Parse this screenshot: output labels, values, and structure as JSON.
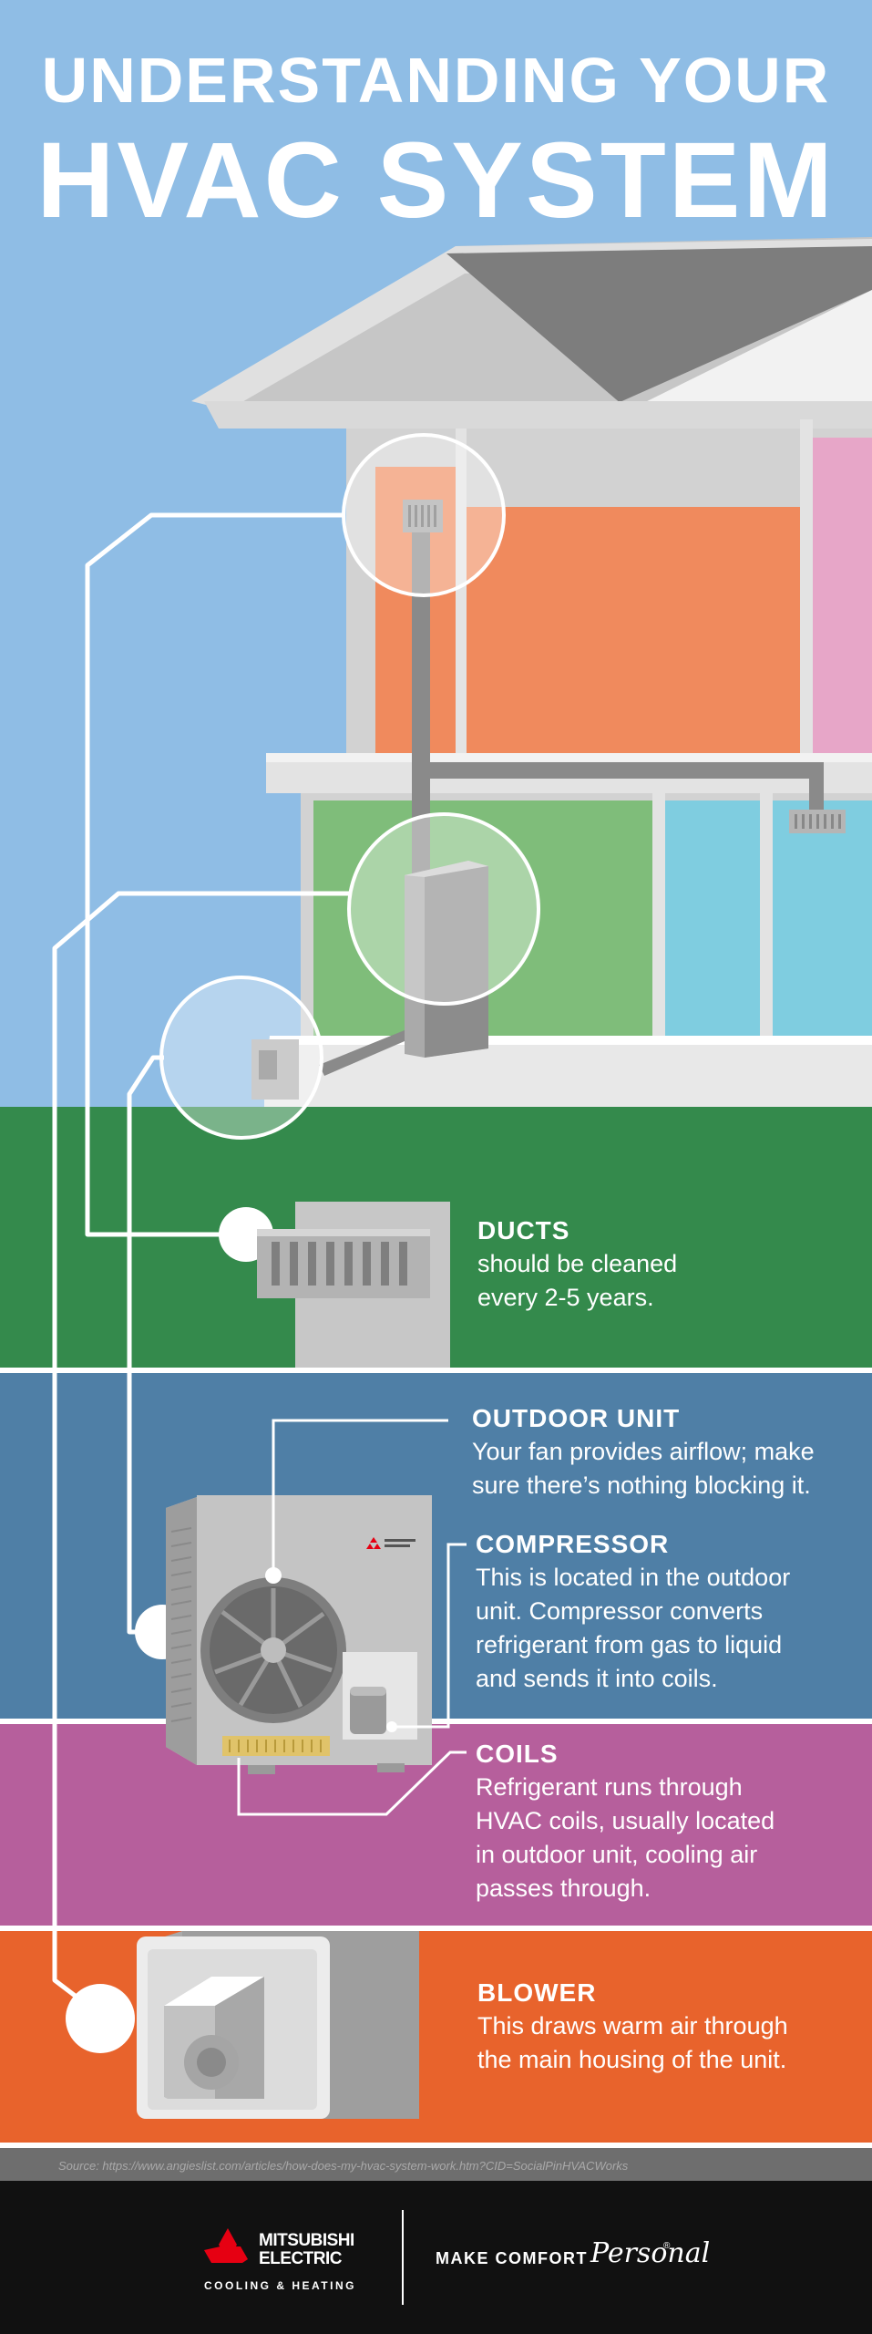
{
  "header": {
    "title_line1": "UNDERSTANDING YOUR",
    "title_line2": "HVAC SYSTEM"
  },
  "items": [
    {
      "heading": "DUCTS",
      "lines": [
        "should be cleaned",
        "every 2-5 years."
      ]
    },
    {
      "heading": "OUTDOOR UNIT",
      "lines": [
        "Your fan provides airflow; make",
        "sure there’s nothing blocking it."
      ]
    },
    {
      "heading": "COMPRESSOR",
      "lines": [
        "This is located in the outdoor",
        "unit. Compressor converts",
        "refrigerant from gas to liquid",
        "and sends it into coils."
      ]
    },
    {
      "heading": "COILS",
      "lines": [
        "Refrigerant runs through",
        "HVAC coils, usually located",
        "in outdoor unit, cooling air",
        "passes through."
      ]
    },
    {
      "heading": "BLOWER",
      "lines": [
        "This draws warm air through",
        "the main housing of the unit."
      ]
    }
  ],
  "source": {
    "text": "Source: https://www.angieslist.com/articles/how-does-my-hvac-system-work.htm?CID=SocialPinHVACWorks"
  },
  "footer": {
    "brand_line1": "MITSUBISHI",
    "brand_line2": "ELECTRIC",
    "brand_sub": "COOLING & HEATING",
    "slogan": "MAKE COMFORT",
    "slogan_script": "Personal",
    "trademark": "®"
  },
  "colors": {
    "sky": "#8fbde5",
    "grass": "#348a4c",
    "outdoor_band": "#4f7fa6",
    "coils_band": "#b65f9c",
    "blower_band": "#e8632c",
    "brand_red": "#e60012"
  }
}
